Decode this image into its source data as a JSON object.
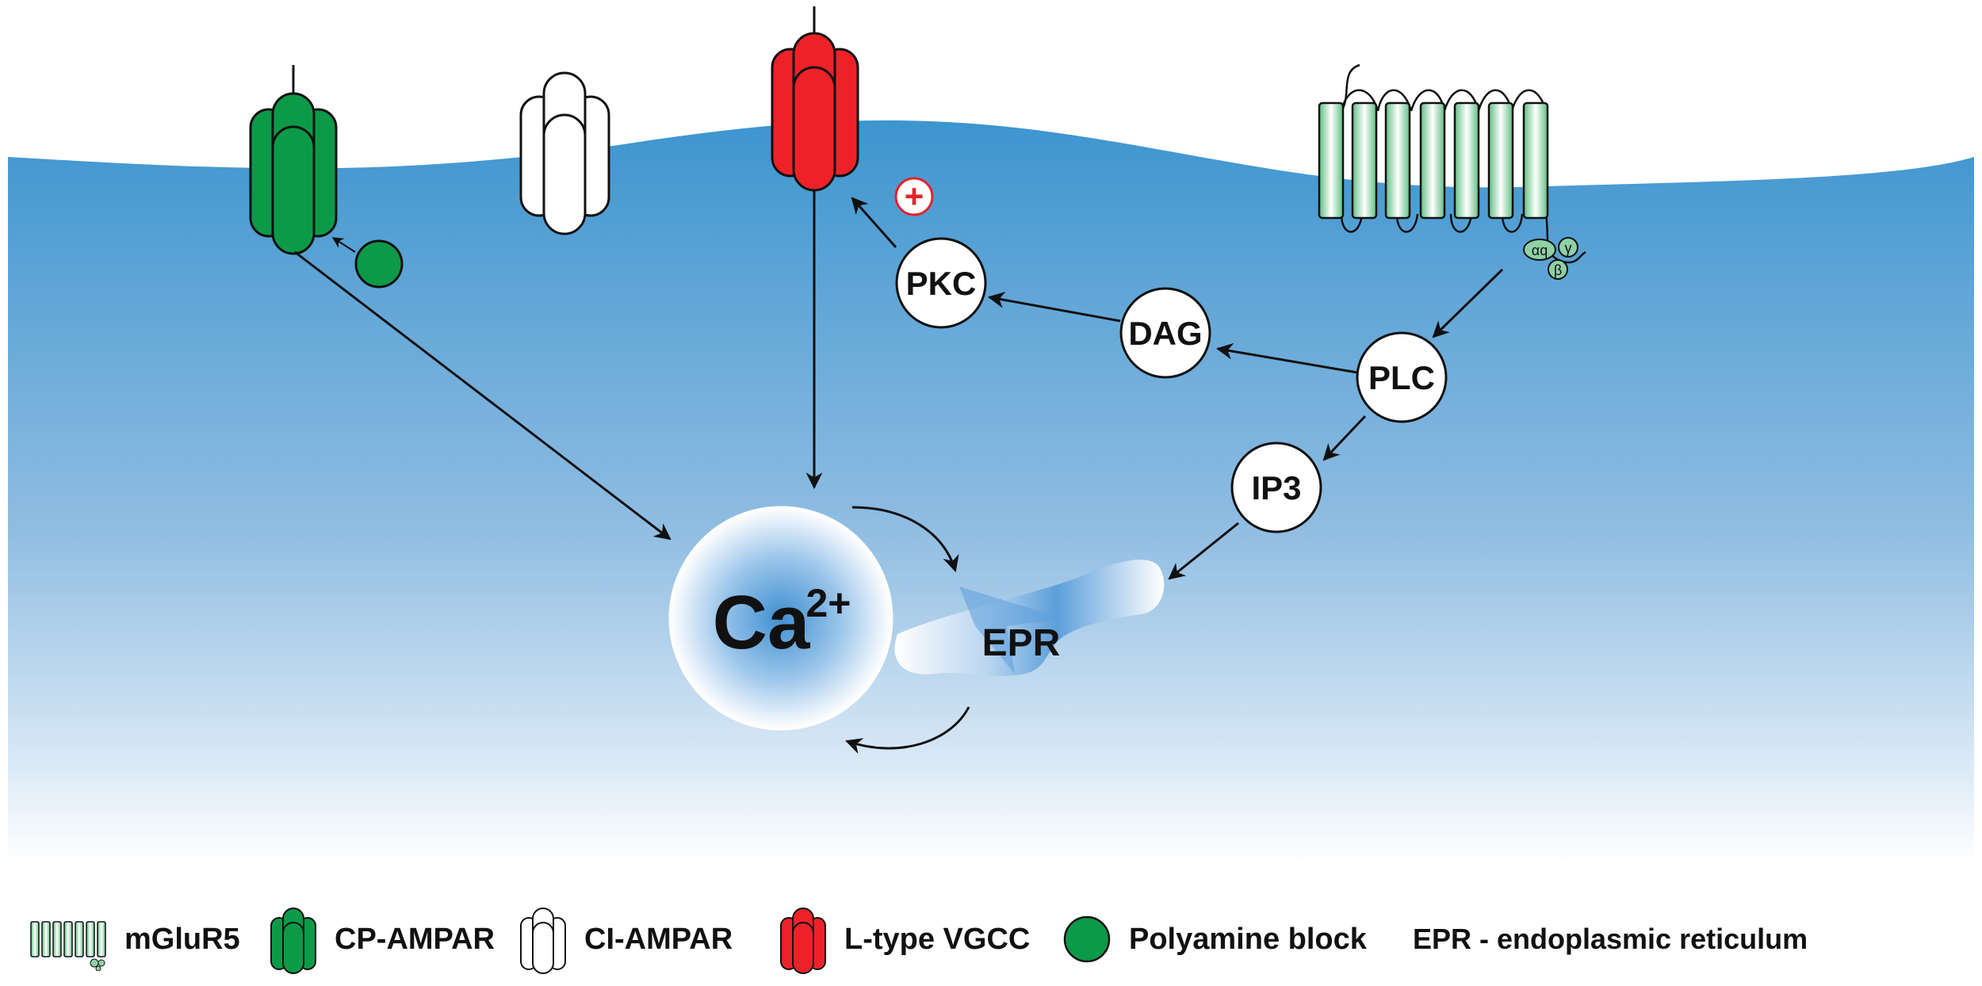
{
  "nodes": {
    "pkc": "PKC",
    "dag": "DAG",
    "plc": "PLC",
    "ip3": "IP3",
    "ca_base": "Ca",
    "ca_sup": "2+",
    "epr": "EPR",
    "plus": "+"
  },
  "g_protein": {
    "alpha": "αq",
    "gamma": "γ",
    "beta": "β"
  },
  "legend": {
    "mglur5": "mGluR5",
    "cp_ampar": "CP-AMPAR",
    "ci_ampar": "CI-AMPAR",
    "vgcc": "L-type VGCC",
    "polyamine": "Polyamine block",
    "epr_def": "EPR - endoplasmic reticulum"
  },
  "colors": {
    "cp_ampar": "#0c9a48",
    "ci_ampar": "#ffffff",
    "vgcc": "#ee2129",
    "polyamine": "#0c9a48",
    "mglur5": "#8fd0a6",
    "cytoplasm_top": "#3d95cf",
    "cytoplasm_bottom": "#dceaf6",
    "plus_sign": "#e0242b"
  }
}
